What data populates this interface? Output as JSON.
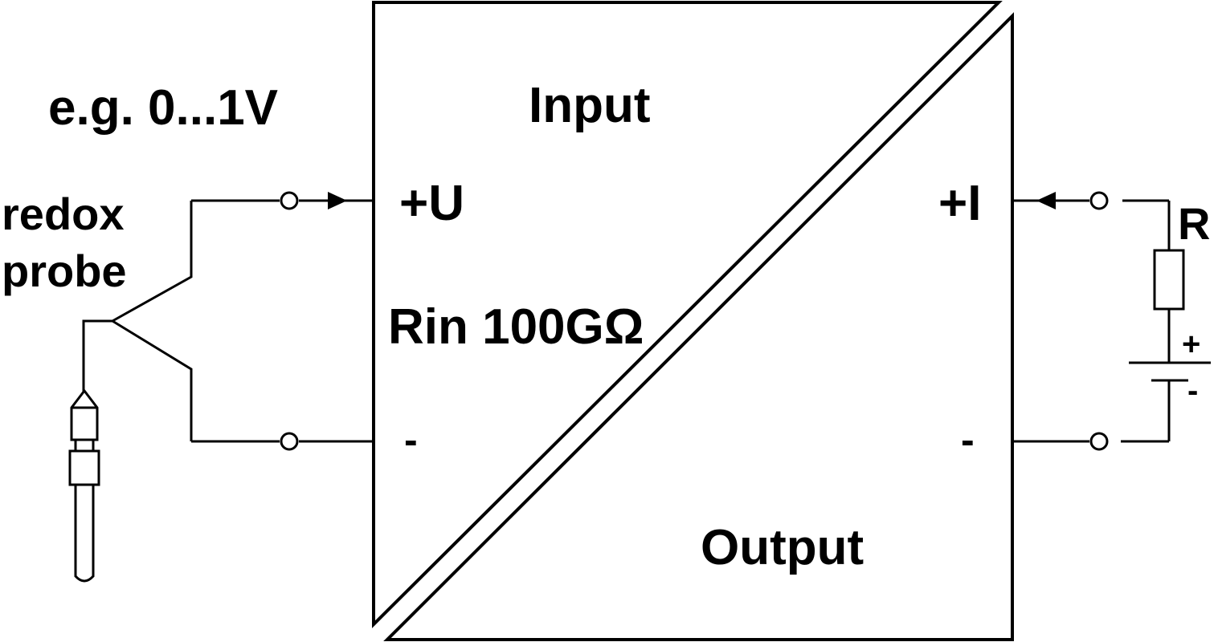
{
  "diagram": {
    "block": {
      "input_label": "Input",
      "output_label": "Output",
      "input_resistance_label": "Rin 100GΩ"
    },
    "input_side": {
      "signal_example": "e.g. 0...1V",
      "sensor_label_line1": "redox",
      "sensor_label_line2": "probe",
      "positive_terminal_label": "+U",
      "negative_terminal_label": "-"
    },
    "output_side": {
      "positive_terminal_label": "+I",
      "negative_terminal_label": "-",
      "resistor_label": "R",
      "source_plus_label": "+",
      "source_minus_label": "-"
    }
  }
}
